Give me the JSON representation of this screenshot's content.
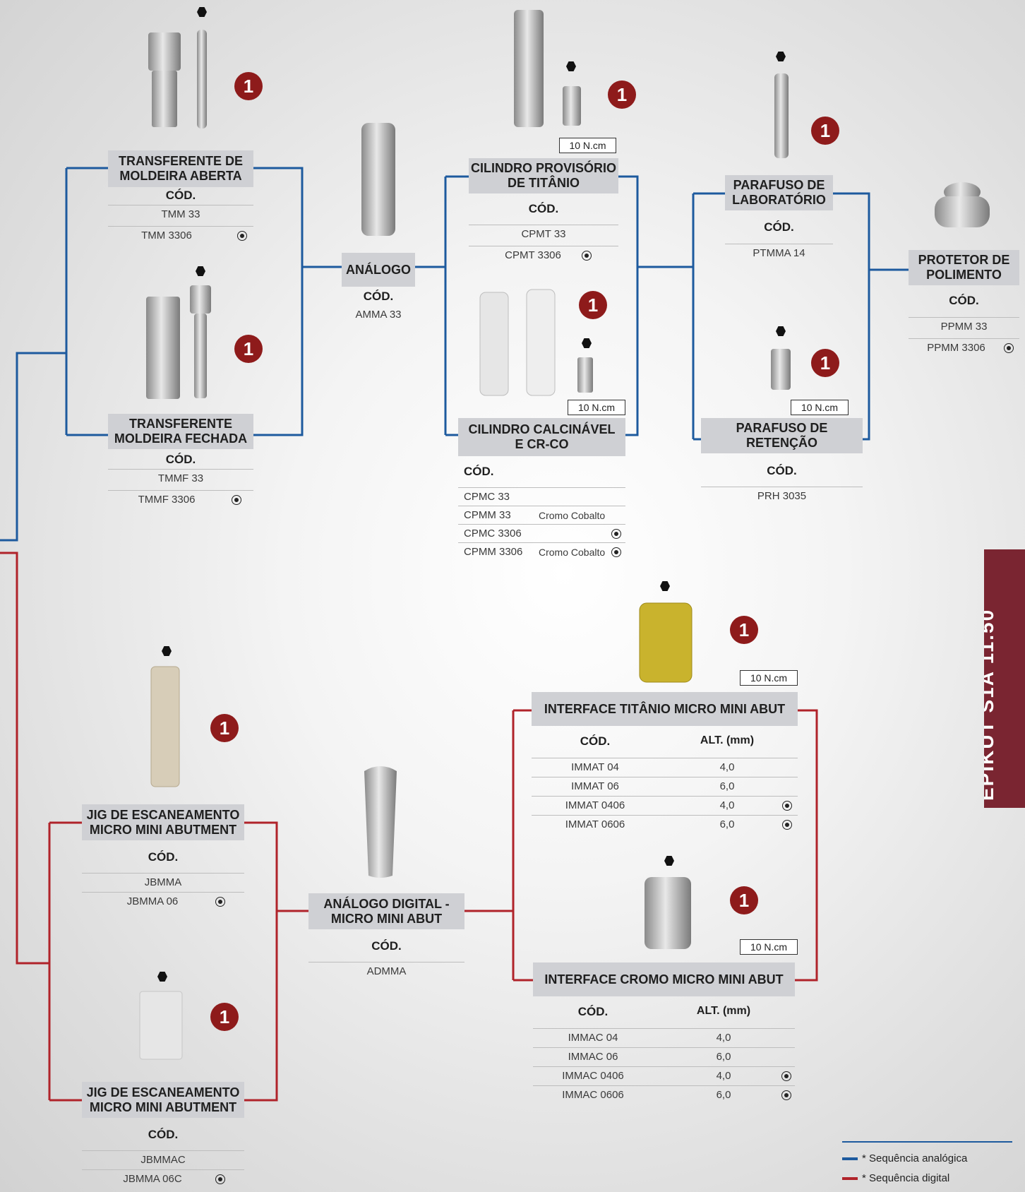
{
  "colors": {
    "analog": "#1d5a9e",
    "digital": "#b0232a",
    "badge": "#8e1b1b",
    "tab": "#7a2531"
  },
  "icons": {
    "screw": "hex-screw-icon",
    "badge_num": "1",
    "implant_connection": "hex-connection-icon"
  },
  "analog": {
    "tma": {
      "title1": "TRANSFERENTE DE",
      "title2": "MOLDEIRA ABERTA",
      "cod": "CÓD.",
      "rows": [
        "TMM 33",
        "TMM 3306"
      ]
    },
    "tmf": {
      "title1": "TRANSFERENTE",
      "title2": "MOLDEIRA FECHADA",
      "cod": "CÓD.",
      "rows": [
        "TMMF 33",
        "TMMF 3306"
      ]
    },
    "analogo": {
      "title": "ANÁLOGO",
      "cod": "CÓD.",
      "rows": [
        "AMMA 33"
      ]
    },
    "cpt": {
      "title1": "CILINDRO PROVISÓRIO",
      "title2": "DE TITÂNIO",
      "cod": "CÓD.",
      "rows": [
        "CPMT 33",
        "CPMT 3306"
      ],
      "torque": "10 N.cm"
    },
    "cc": {
      "title1": "CILINDRO CALCINÁVEL",
      "title2": "E CR-CO",
      "cod": "CÓD.",
      "torque": "10 N.cm",
      "rows": [
        {
          "code": "CPMC 33",
          "note": ""
        },
        {
          "code": "CPMM 33",
          "note": "Cromo Cobalto"
        },
        {
          "code": "CPMC 3306",
          "note": ""
        },
        {
          "code": "CPMM 3306",
          "note": "Cromo Cobalto"
        }
      ]
    },
    "pl": {
      "title1": "PARAFUSO DE",
      "title2": "LABORATÓRIO",
      "cod": "CÓD.",
      "rows": [
        "PTMMA 14"
      ]
    },
    "pr": {
      "title1": "PARAFUSO DE",
      "title2": "RETENÇÃO",
      "cod": "CÓD.",
      "rows": [
        "PRH 3035"
      ],
      "torque": "10 N.cm"
    },
    "pp": {
      "title1": "PROTETOR DE",
      "title2": "POLIMENTO",
      "cod": "CÓD.",
      "rows": [
        "PPMM 33",
        "PPMM 3306"
      ]
    }
  },
  "digital": {
    "jig1": {
      "title1": "JIG DE ESCANEAMENTO",
      "title2": "MICRO MINI ABUTMENT",
      "cod": "CÓD.",
      "rows": [
        "JBMMA",
        "JBMMA 06"
      ]
    },
    "jig2": {
      "title1": "JIG DE ESCANEAMENTO",
      "title2": "MICRO MINI ABUTMENT",
      "cod": "CÓD.",
      "rows": [
        "JBMMAC",
        "JBMMA 06C"
      ]
    },
    "adig": {
      "title1": "ANÁLOGO DIGITAL -",
      "title2": "MICRO MINI ABUT",
      "cod": "CÓD.",
      "rows": [
        "ADMMA"
      ]
    },
    "iti": {
      "title": "INTERFACE TITÂNIO MICRO MINI ABUT",
      "cod": "CÓD.",
      "alt": "ALT. (mm)",
      "torque": "10 N.cm",
      "rows": [
        {
          "code": "IMMAT 04",
          "alt": "4,0"
        },
        {
          "code": "IMMAT 06",
          "alt": "6,0"
        },
        {
          "code": "IMMAT 0406",
          "alt": "4,0"
        },
        {
          "code": "IMMAT 0606",
          "alt": "6,0"
        }
      ]
    },
    "icr": {
      "title": "INTERFACE CROMO MICRO MINI ABUT",
      "cod": "CÓD.",
      "alt": "ALT. (mm)",
      "torque": "10 N.cm",
      "rows": [
        {
          "code": "IMMAC 04",
          "alt": "4,0"
        },
        {
          "code": "IMMAC 06",
          "alt": "6,0"
        },
        {
          "code": "IMMAC 0406",
          "alt": "4,0"
        },
        {
          "code": "IMMAC 0606",
          "alt": "6,0"
        }
      ]
    }
  },
  "sidetab": "EPIKUT S1A 11.50",
  "legend": {
    "analog": "* Sequência analógica",
    "digital": "* Sequência digital"
  }
}
